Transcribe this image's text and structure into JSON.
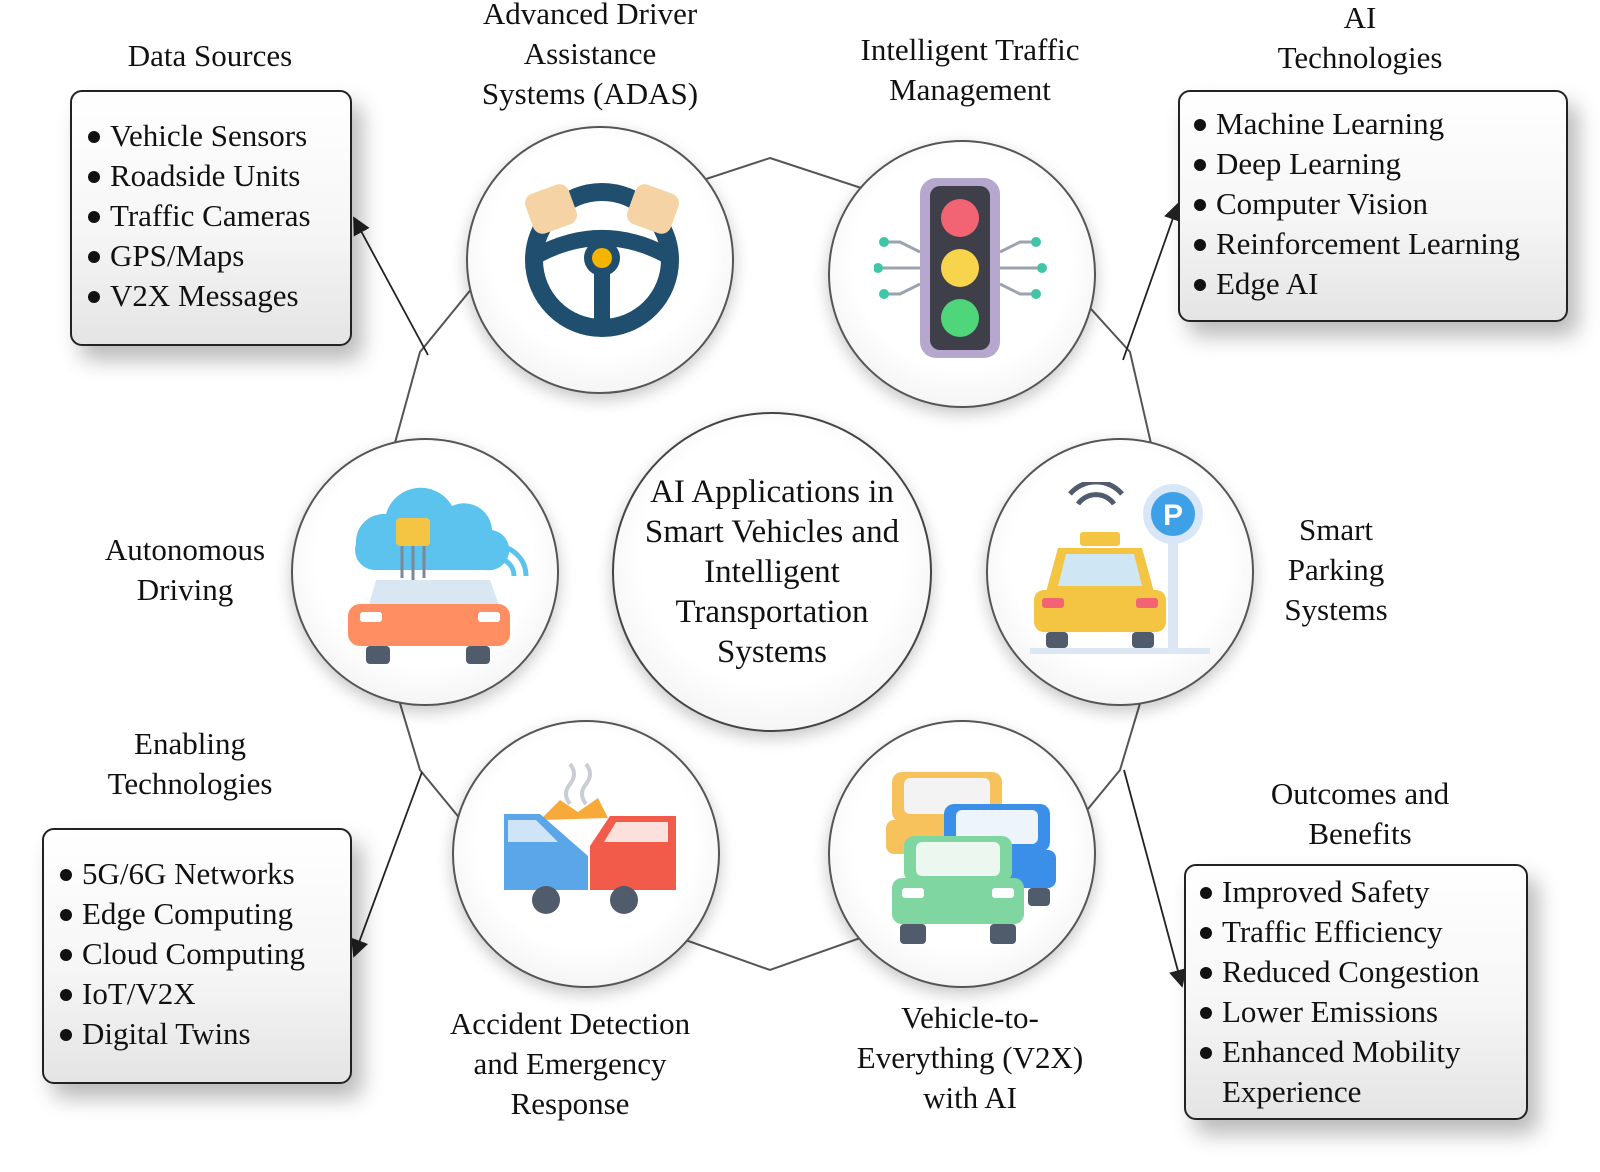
{
  "center": {
    "title": "AI Applications in\nSmart Vehicles and\nIntelligent\nTransportation\nSystems"
  },
  "applications": {
    "adas": "Advanced Driver\nAssistance\nSystems (ADAS)",
    "traffic": "Intelligent Traffic\nManagement",
    "parking": "Smart\nParking\nSystems",
    "v2x": "Vehicle-to-\nEverything (V2X)\nwith AI",
    "accident": "Accident Detection\nand Emergency\nResponse",
    "autonomous": "Autonomous\nDriving"
  },
  "panels": {
    "data_sources": {
      "title": "Data Sources",
      "items": [
        "Vehicle Sensors",
        "Roadside Units",
        "Traffic Cameras",
        "GPS/Maps",
        "V2X Messages"
      ]
    },
    "ai_technologies": {
      "title": "AI\nTechnologies",
      "items": [
        "Machine Learning",
        "Deep Learning",
        "Computer Vision",
        "Reinforcement Learning",
        "Edge AI"
      ]
    },
    "enabling_technologies": {
      "title": "Enabling\nTechnologies",
      "items": [
        "5G/6G Networks",
        "Edge Computing",
        "Cloud Computing",
        "IoT/V2X",
        "Digital Twins"
      ]
    },
    "outcomes": {
      "title": "Outcomes and\nBenefits",
      "items": [
        "Improved Safety",
        "Traffic Efficiency",
        "Reduced Congestion",
        "Lower Emissions",
        "Enhanced Mobility\nExperience"
      ]
    }
  },
  "icons": {
    "adas": "steering-wheel-icon",
    "traffic": "traffic-light-icon",
    "parking": "smart-parking-icon",
    "v2x": "connected-cars-icon",
    "accident": "car-crash-icon",
    "autonomous": "autonomous-car-icon"
  }
}
